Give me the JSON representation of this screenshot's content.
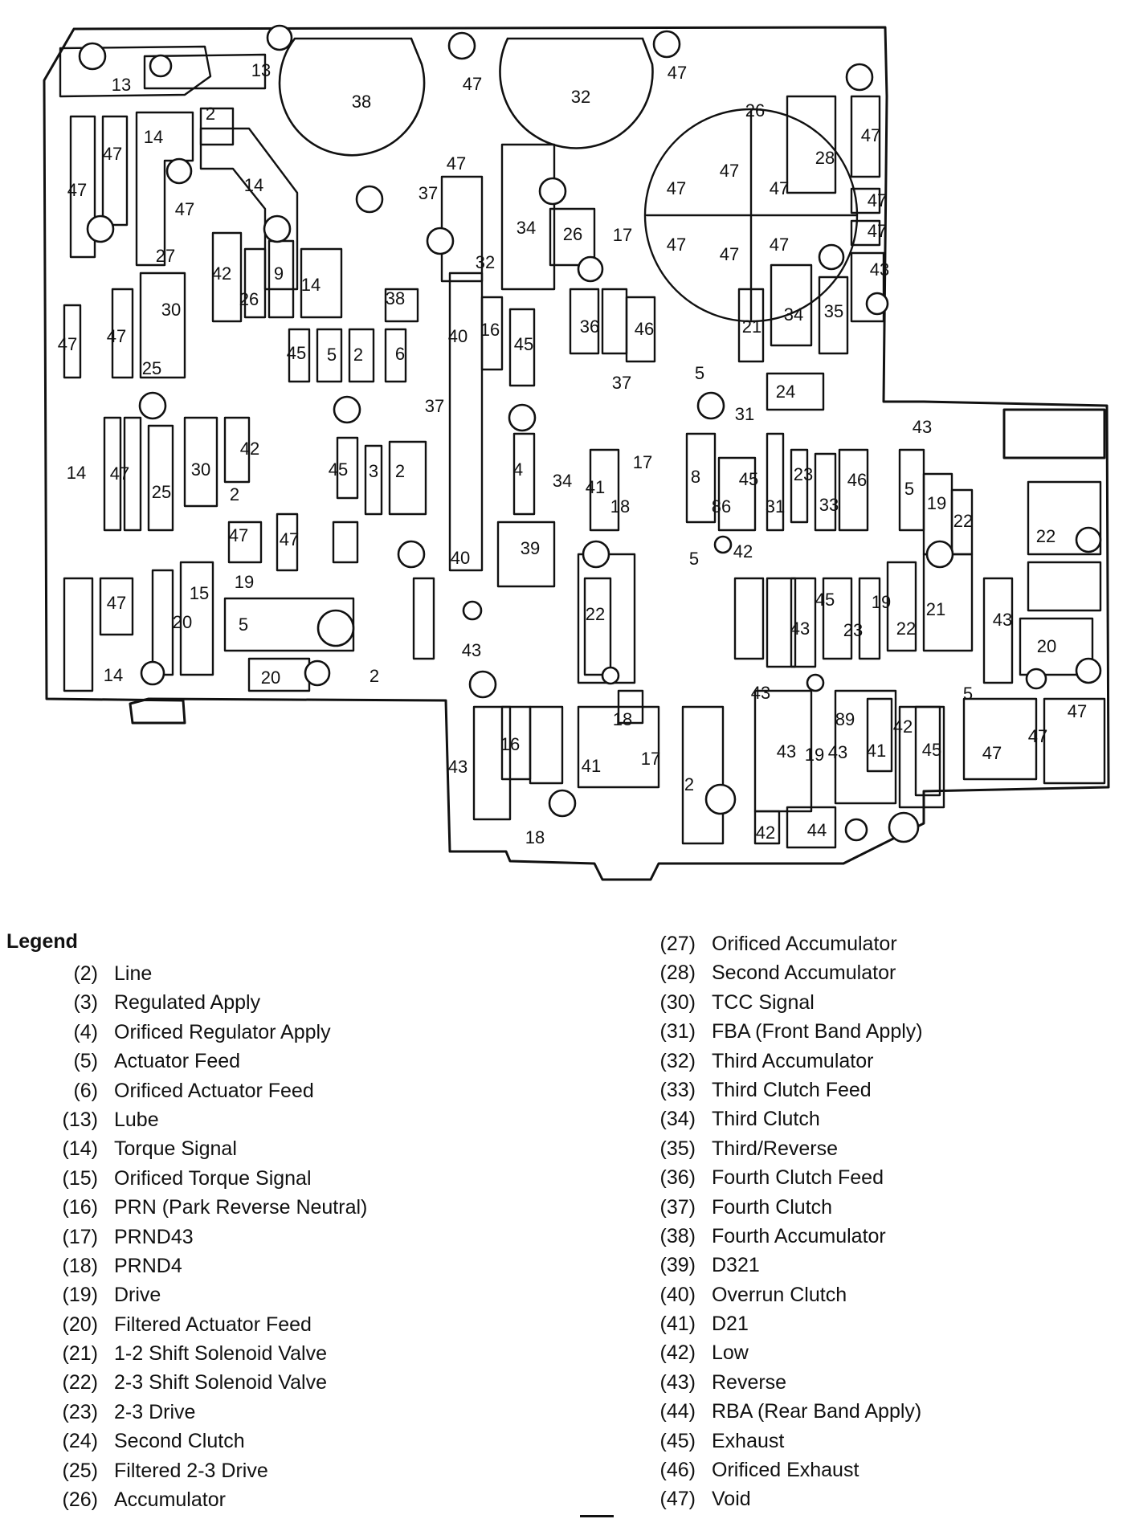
{
  "diagram": {
    "labels": [
      "13",
      "13",
      "38",
      "47",
      "32",
      "47",
      "2",
      "14",
      "47",
      "47",
      "26",
      "47",
      "28",
      "14",
      "47",
      "47",
      "47",
      "47",
      "37",
      "47",
      "34",
      "26",
      "17",
      "47",
      "47",
      "47",
      "47",
      "47",
      "27",
      "32",
      "42",
      "26",
      "9",
      "14",
      "38",
      "43",
      "30",
      "47",
      "47",
      "40",
      "16",
      "45",
      "36",
      "46",
      "21",
      "34",
      "35",
      "45",
      "5",
      "2",
      "6",
      "25",
      "37",
      "5",
      "24",
      "37",
      "31",
      "43",
      "42",
      "14",
      "47",
      "30",
      "45",
      "3",
      "2",
      "4",
      "34",
      "41",
      "17",
      "8",
      "86",
      "45",
      "31",
      "23",
      "33",
      "46",
      "5",
      "19",
      "22",
      "25",
      "2",
      "18",
      "39",
      "22",
      "47",
      "47",
      "40",
      "42",
      "5",
      "21",
      "19",
      "15",
      "20",
      "5",
      "47",
      "43",
      "22",
      "45",
      "19",
      "43",
      "23",
      "22",
      "43",
      "20",
      "14",
      "20",
      "2",
      "43",
      "18",
      "41",
      "16",
      "43",
      "17",
      "2",
      "89",
      "42",
      "5",
      "47",
      "47",
      "43",
      "41",
      "45",
      "47",
      "19",
      "43",
      "18",
      "42",
      "44"
    ]
  },
  "legend": {
    "title": "Legend",
    "items": [
      {
        "code": "(2)",
        "label": "Line"
      },
      {
        "code": "(3)",
        "label": "Regulated Apply"
      },
      {
        "code": "(4)",
        "label": "Orificed Regulator Apply"
      },
      {
        "code": "(5)",
        "label": "Actuator Feed"
      },
      {
        "code": "(6)",
        "label": "Orificed Actuator Feed"
      },
      {
        "code": "(13)",
        "label": "Lube"
      },
      {
        "code": "(14)",
        "label": "Torque Signal"
      },
      {
        "code": "(15)",
        "label": "Orificed Torque Signal"
      },
      {
        "code": "(16)",
        "label": "PRN (Park Reverse Neutral)"
      },
      {
        "code": "(17)",
        "label": "PRND43"
      },
      {
        "code": "(18)",
        "label": "PRND4"
      },
      {
        "code": "(19)",
        "label": "Drive"
      },
      {
        "code": "(20)",
        "label": "Filtered Actuator Feed"
      },
      {
        "code": "(21)",
        "label": "1-2 Shift Solenoid Valve"
      },
      {
        "code": "(22)",
        "label": "2-3 Shift Solenoid Valve"
      },
      {
        "code": "(23)",
        "label": "2-3 Drive"
      },
      {
        "code": "(24)",
        "label": "Second Clutch"
      },
      {
        "code": "(25)",
        "label": "Filtered 2-3 Drive"
      },
      {
        "code": "(26)",
        "label": "Accumulator"
      },
      {
        "code": "(27)",
        "label": "Orificed Accumulator"
      },
      {
        "code": "(28)",
        "label": "Second Accumulator"
      },
      {
        "code": "(30)",
        "label": "TCC Signal"
      },
      {
        "code": "(31)",
        "label": "FBA (Front Band Apply)"
      },
      {
        "code": "(32)",
        "label": "Third Accumulator"
      },
      {
        "code": "(33)",
        "label": "Third Clutch Feed"
      },
      {
        "code": "(34)",
        "label": "Third Clutch"
      },
      {
        "code": "(35)",
        "label": "Third/Reverse"
      },
      {
        "code": "(36)",
        "label": "Fourth Clutch Feed"
      },
      {
        "code": "(37)",
        "label": "Fourth Clutch"
      },
      {
        "code": "(38)",
        "label": "Fourth Accumulator"
      },
      {
        "code": "(39)",
        "label": "D321"
      },
      {
        "code": "(40)",
        "label": "Overrun Clutch"
      },
      {
        "code": "(41)",
        "label": "D21"
      },
      {
        "code": "(42)",
        "label": "Low"
      },
      {
        "code": "(43)",
        "label": "Reverse"
      },
      {
        "code": "(44)",
        "label": "RBA (Rear Band Apply)"
      },
      {
        "code": "(45)",
        "label": "Exhaust"
      },
      {
        "code": "(46)",
        "label": "Orificed Exhaust"
      },
      {
        "code": "(47)",
        "label": "Void"
      }
    ]
  }
}
